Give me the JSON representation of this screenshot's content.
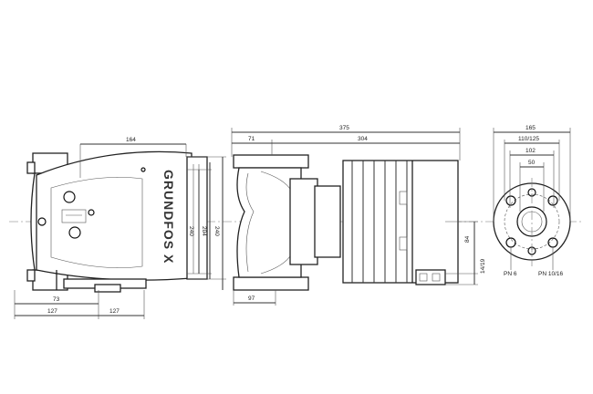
{
  "dimensions": {
    "front_width_164": "164",
    "front_left_73": "73",
    "front_bottom_left_127": "127",
    "front_bottom_right_127": "127",
    "front_height_240": "240",
    "front_height_204": "204",
    "front_height_240b": "240",
    "side_total_375": "375",
    "side_71": "71",
    "side_304": "304",
    "side_97": "97",
    "side_84": "84",
    "side_14_19": "14/19",
    "flange_165": "165",
    "flange_110_125": "110/125",
    "flange_102": "102",
    "flange_50": "50"
  },
  "labels": {
    "logo": "GRUNDFOS X",
    "pn_6": "PN 6",
    "pn_10_16": "PN 10/16"
  }
}
